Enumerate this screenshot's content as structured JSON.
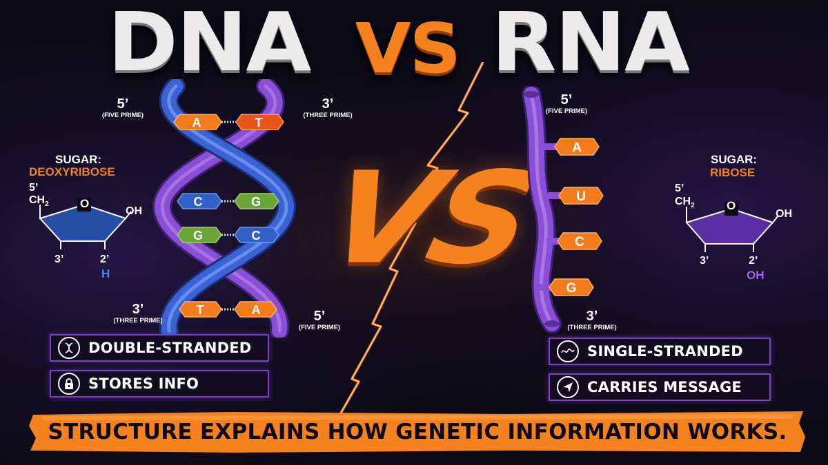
{
  "title": {
    "left": "DNA",
    "vs": "VS",
    "right": "RNA"
  },
  "center_vs": "VS",
  "dna": {
    "five_top": "5’",
    "five_top_sub": "(FIVE PRIME)",
    "three_top": "3’",
    "three_top_sub": "(THREE PRIME)",
    "three_bottom": "3’",
    "three_bottom_sub": "(THREE PRIME)",
    "five_bottom": "5’",
    "five_bottom_sub": "(FIVE PRIME)",
    "pairs": [
      {
        "left": "A",
        "right": "T"
      },
      {
        "left": "C",
        "right": "G"
      },
      {
        "left": "G",
        "right": "C"
      },
      {
        "left": "T",
        "right": "A"
      }
    ],
    "sugar_label": "SUGAR:",
    "sugar_name": "DEOXYRIBOSE",
    "ring": {
      "c5": "5’",
      "ch2": "CH",
      "ch2_sub": "2",
      "o": "O",
      "oh": "OH",
      "c3": "3’",
      "c2": "2’",
      "group": "H"
    },
    "tags": [
      {
        "label": "DOUBLE-STRANDED",
        "icon": "dna-icon"
      },
      {
        "label": "STORES INFO",
        "icon": "lock-icon"
      }
    ]
  },
  "rna": {
    "five": "5’",
    "five_sub": "(FIVE PRIME)",
    "three": "3’",
    "three_sub": "(THREE PRIME)",
    "bases": [
      "A",
      "U",
      "C",
      "G"
    ],
    "sugar_label": "SUGAR:",
    "sugar_name": "RIBOSE",
    "ring": {
      "c5": "5’",
      "ch2": "CH",
      "ch2_sub": "2",
      "o": "O",
      "oh": "OH",
      "c3": "3’",
      "c2": "2’",
      "group": "OH"
    },
    "tags": [
      {
        "label": "SINGLE-STRANDED",
        "icon": "rna-strand-icon"
      },
      {
        "label": "CARRIES MESSAGE",
        "icon": "send-icon"
      }
    ]
  },
  "banner": "STRUCTURE EXPLAINS HOW GENETIC INFORMATION WORKS.",
  "colors": {
    "accent": "#f5821f",
    "dna_strand": "#3a63d6",
    "rna_strand": "#8a4fd6",
    "base_orange": "#f27c1b",
    "base_green": "#6aa53a",
    "base_blue": "#2f61c9",
    "deoxyribose": "#274fa6",
    "ribose": "#5a2fa3",
    "background": "#0c0a16"
  }
}
